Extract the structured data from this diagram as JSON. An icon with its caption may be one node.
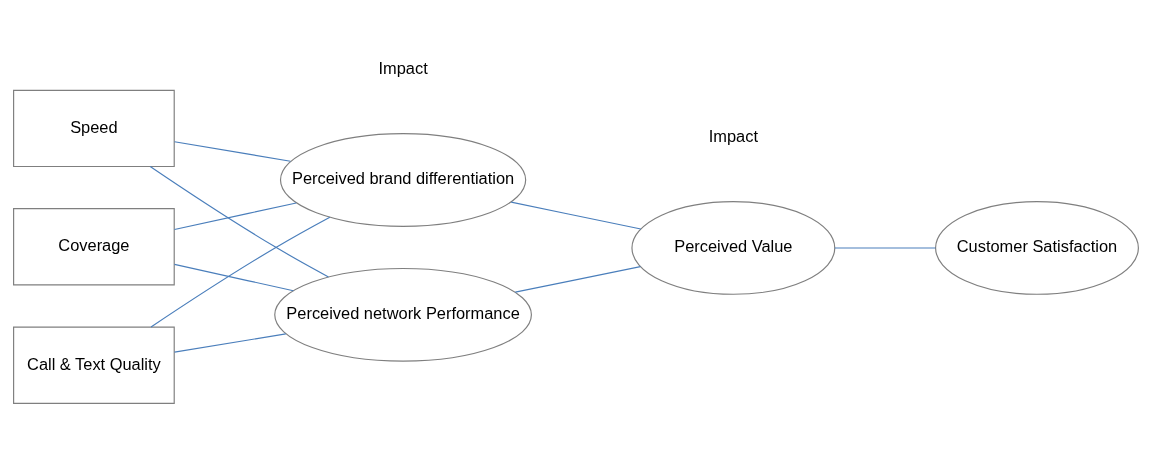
{
  "diagram": {
    "nodes": [
      {
        "text": [
          "Speed"
        ]
      },
      {
        "text": [
          "Coverage"
        ]
      },
      {
        "text": [
          "Call & Text Quality"
        ]
      },
      {
        "text": [
          "Perceived brand differentiation"
        ]
      },
      {
        "text": [
          "Perceived network Performance"
        ]
      },
      {
        "text": [
          "Perceived Value"
        ]
      },
      {
        "text": [
          "Customer Satisfaction"
        ]
      }
    ],
    "edges": [
      {
        "from": 0,
        "to": 3,
        "arrow": "none"
      },
      {
        "from": 1,
        "to": 3,
        "arrow": "none"
      },
      {
        "from": 2,
        "to": 3,
        "arrow": "none"
      },
      {
        "from": 0,
        "to": 4,
        "arrow": "none"
      },
      {
        "from": 1,
        "to": 4,
        "arrow": "none"
      },
      {
        "from": 2,
        "to": 4,
        "arrow": "none"
      },
      {
        "from": 3,
        "to": 5,
        "arrow": "none"
      },
      {
        "from": 4,
        "to": 5,
        "arrow": "none"
      },
      {
        "from": 5,
        "to": 6,
        "arrow": "none"
      }
    ],
    "labels": [
      "Impact",
      "Impact"
    ]
  }
}
